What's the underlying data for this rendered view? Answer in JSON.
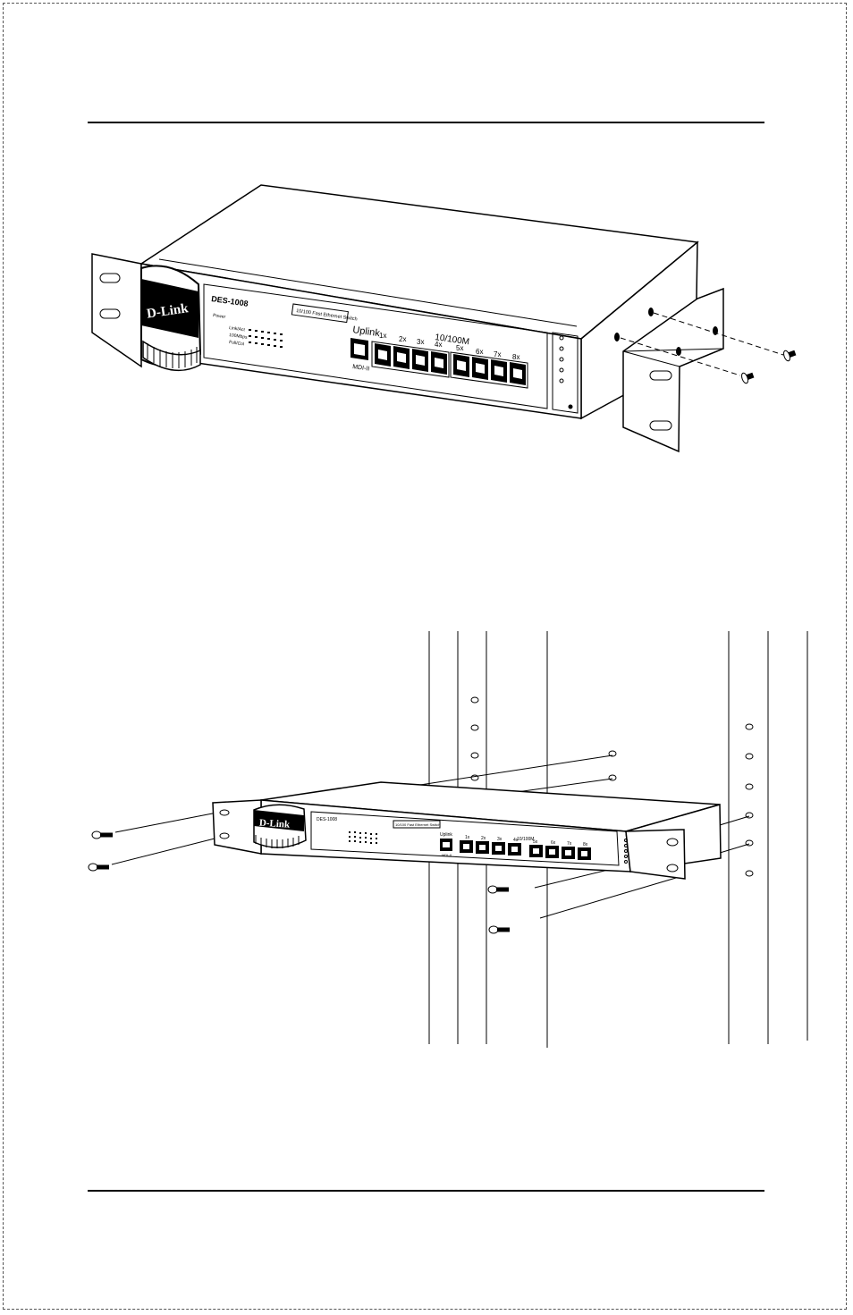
{
  "figure_top": {
    "logo": "D-Link",
    "model": "DES-1008",
    "product": "10/100 Fast Ethernet Switch",
    "uplink": "Uplink",
    "speed": "10/100M",
    "mdi": "MDI-II",
    "status_labels": [
      "Power",
      "Link/Act",
      "100Mbps",
      "Full/Col"
    ],
    "ports": [
      "1x",
      "2x",
      "3x",
      "4x",
      "5x",
      "6x",
      "7x",
      "8x"
    ]
  },
  "figure_bottom": {
    "logo": "D-Link",
    "model": "DES-1008",
    "product": "10/100 Fast Ethernet Switch",
    "uplink": "Uplink",
    "speed": "10/100M",
    "mdi": "MDI-II",
    "ports": [
      "1x",
      "2x",
      "3x",
      "4x",
      "5x",
      "6x",
      "7x",
      "8x"
    ]
  }
}
